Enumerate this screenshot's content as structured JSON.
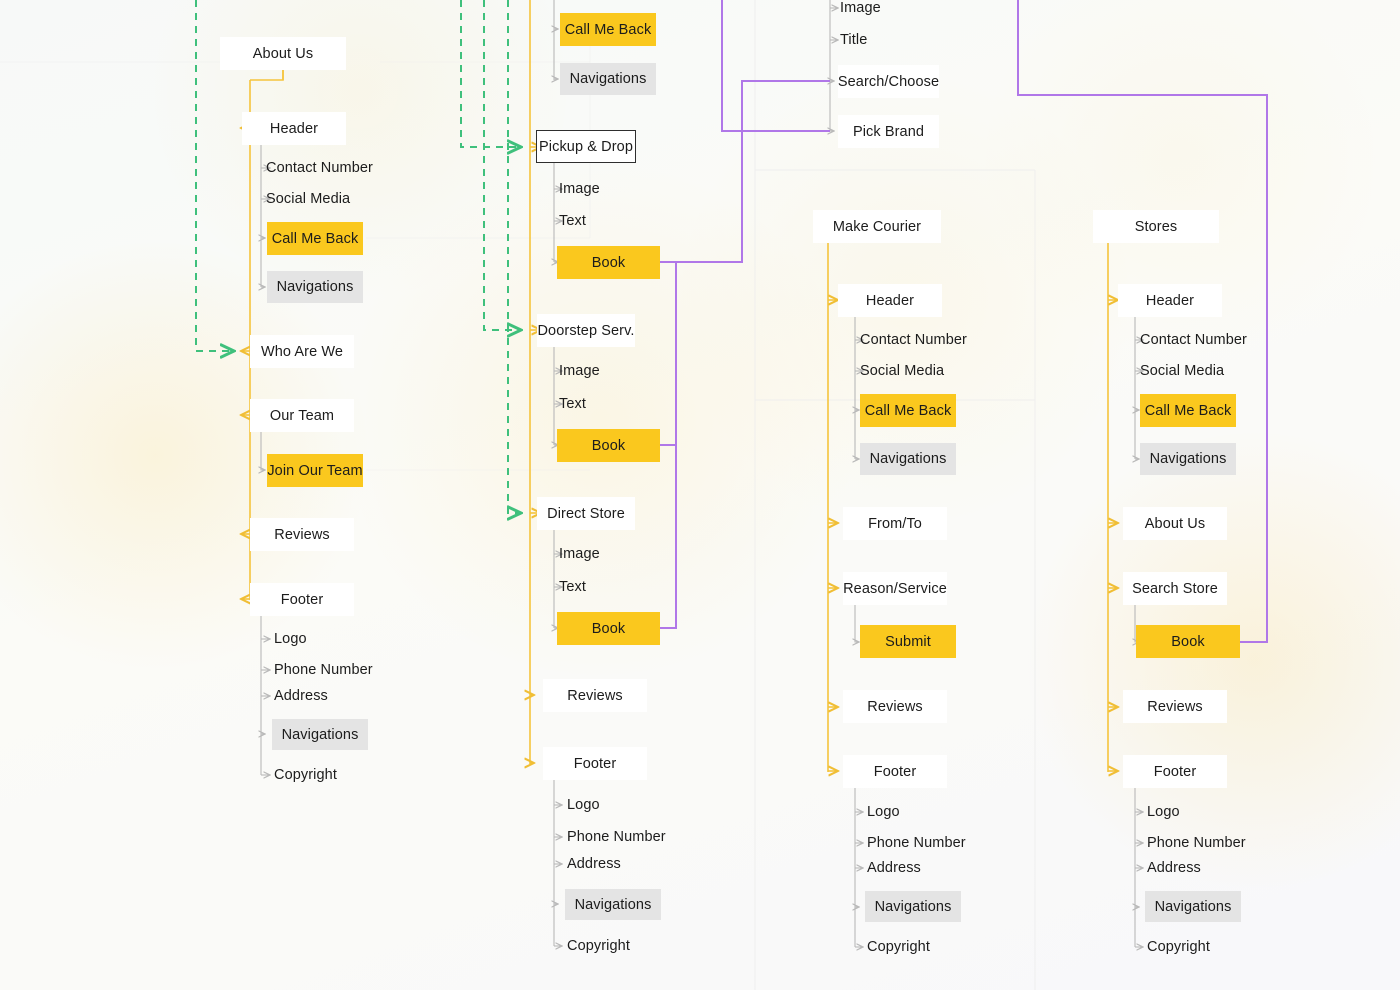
{
  "diagram": {
    "title": "Site map / user flow",
    "colors": {
      "accent_yellow": "#FAC81E",
      "chip_grey": "#E4E4E4",
      "node_white": "#FFFFFF",
      "connector_yellow": "#F5C43C",
      "connector_grey": "#B9B9B9",
      "connector_green": "#44C27F",
      "connector_purple": "#B077E8",
      "selected_border": "#2E2E2E",
      "text": "#1C1C1C"
    },
    "columns": [
      {
        "id": "about-us",
        "root": "About Us",
        "nodes": [
          {
            "label": "Header",
            "type": "white"
          },
          {
            "label": "Contact Number",
            "type": "plain"
          },
          {
            "label": "Social Media",
            "type": "plain"
          },
          {
            "label": "Call Me Back",
            "type": "yellow"
          },
          {
            "label": "Navigations",
            "type": "grey"
          },
          {
            "label": "Who Are We",
            "type": "white"
          },
          {
            "label": "Our Team",
            "type": "white"
          },
          {
            "label": "Join Our Team",
            "type": "yellow"
          },
          {
            "label": "Reviews",
            "type": "white"
          },
          {
            "label": "Footer",
            "type": "white"
          },
          {
            "label": "Logo",
            "type": "plain"
          },
          {
            "label": "Phone Number",
            "type": "plain"
          },
          {
            "label": "Address",
            "type": "plain"
          },
          {
            "label": "Navigations",
            "type": "grey"
          },
          {
            "label": "Copyright",
            "type": "plain"
          }
        ]
      },
      {
        "id": "services",
        "root": "",
        "nodes": [
          {
            "label": "Call Me Back",
            "type": "yellow"
          },
          {
            "label": "Navigations",
            "type": "grey"
          },
          {
            "label": "Pickup & Drop",
            "type": "selected"
          },
          {
            "label": "Image",
            "type": "plain"
          },
          {
            "label": "Text",
            "type": "plain"
          },
          {
            "label": "Book",
            "type": "yellow"
          },
          {
            "label": "Doorstep Serv.",
            "type": "white"
          },
          {
            "label": "Image",
            "type": "plain"
          },
          {
            "label": "Text",
            "type": "plain"
          },
          {
            "label": "Book",
            "type": "yellow"
          },
          {
            "label": "Direct Store",
            "type": "white"
          },
          {
            "label": "Image",
            "type": "plain"
          },
          {
            "label": "Text",
            "type": "plain"
          },
          {
            "label": "Book",
            "type": "yellow"
          },
          {
            "label": "Reviews",
            "type": "white"
          },
          {
            "label": "Footer",
            "type": "white"
          },
          {
            "label": "Logo",
            "type": "plain"
          },
          {
            "label": "Phone Number",
            "type": "plain"
          },
          {
            "label": "Address",
            "type": "plain"
          },
          {
            "label": "Navigations",
            "type": "grey"
          },
          {
            "label": "Copyright",
            "type": "plain"
          }
        ]
      },
      {
        "id": "booking-detail",
        "root": "",
        "nodes": [
          {
            "label": "Image",
            "type": "plain"
          },
          {
            "label": "Title",
            "type": "plain"
          },
          {
            "label": "Search/Choose",
            "type": "white"
          },
          {
            "label": "Pick Brand",
            "type": "white"
          }
        ]
      },
      {
        "id": "make-courier",
        "root": "Make Courier",
        "nodes": [
          {
            "label": "Header",
            "type": "white"
          },
          {
            "label": "Contact Number",
            "type": "plain"
          },
          {
            "label": "Social Media",
            "type": "plain"
          },
          {
            "label": "Call Me Back",
            "type": "yellow"
          },
          {
            "label": "Navigations",
            "type": "grey"
          },
          {
            "label": "From/To",
            "type": "white"
          },
          {
            "label": "Reason/Service",
            "type": "white"
          },
          {
            "label": "Submit",
            "type": "yellow"
          },
          {
            "label": "Reviews",
            "type": "white"
          },
          {
            "label": "Footer",
            "type": "white"
          },
          {
            "label": "Logo",
            "type": "plain"
          },
          {
            "label": "Phone Number",
            "type": "plain"
          },
          {
            "label": "Address",
            "type": "plain"
          },
          {
            "label": "Navigations",
            "type": "grey"
          },
          {
            "label": "Copyright",
            "type": "plain"
          }
        ]
      },
      {
        "id": "stores",
        "root": "Stores",
        "nodes": [
          {
            "label": "Header",
            "type": "white"
          },
          {
            "label": "Contact Number",
            "type": "plain"
          },
          {
            "label": "Social Media",
            "type": "plain"
          },
          {
            "label": "Call Me Back",
            "type": "yellow"
          },
          {
            "label": "Navigations",
            "type": "grey"
          },
          {
            "label": "About Us",
            "type": "white"
          },
          {
            "label": "Search Store",
            "type": "white"
          },
          {
            "label": "Book",
            "type": "yellow"
          },
          {
            "label": "Reviews",
            "type": "white"
          },
          {
            "label": "Footer",
            "type": "white"
          },
          {
            "label": "Logo",
            "type": "plain"
          },
          {
            "label": "Phone Number",
            "type": "plain"
          },
          {
            "label": "Address",
            "type": "plain"
          },
          {
            "label": "Navigations",
            "type": "grey"
          },
          {
            "label": "Copyright",
            "type": "plain"
          }
        ]
      }
    ],
    "labels": {
      "about_us": "About Us",
      "header": "Header",
      "contact_number": "Contact Number",
      "social_media": "Social Media",
      "call_me_back": "Call Me Back",
      "navigations": "Navigations",
      "who_are_we": "Who Are We",
      "our_team": "Our Team",
      "join_our_team": "Join Our Team",
      "reviews": "Reviews",
      "footer": "Footer",
      "logo": "Logo",
      "phone_number": "Phone Number",
      "address": "Address",
      "copyright": "Copyright",
      "pickup_drop": "Pickup & Drop",
      "image": "Image",
      "text": "Text",
      "book": "Book",
      "doorstep_serv": "Doorstep Serv.",
      "direct_store": "Direct Store",
      "title": "Title",
      "search_choose": "Search/Choose",
      "pick_brand": "Pick Brand",
      "make_courier": "Make Courier",
      "from_to": "From/To",
      "reason_service": "Reason/Service",
      "submit": "Submit",
      "stores": "Stores",
      "search_store": "Search Store"
    }
  }
}
